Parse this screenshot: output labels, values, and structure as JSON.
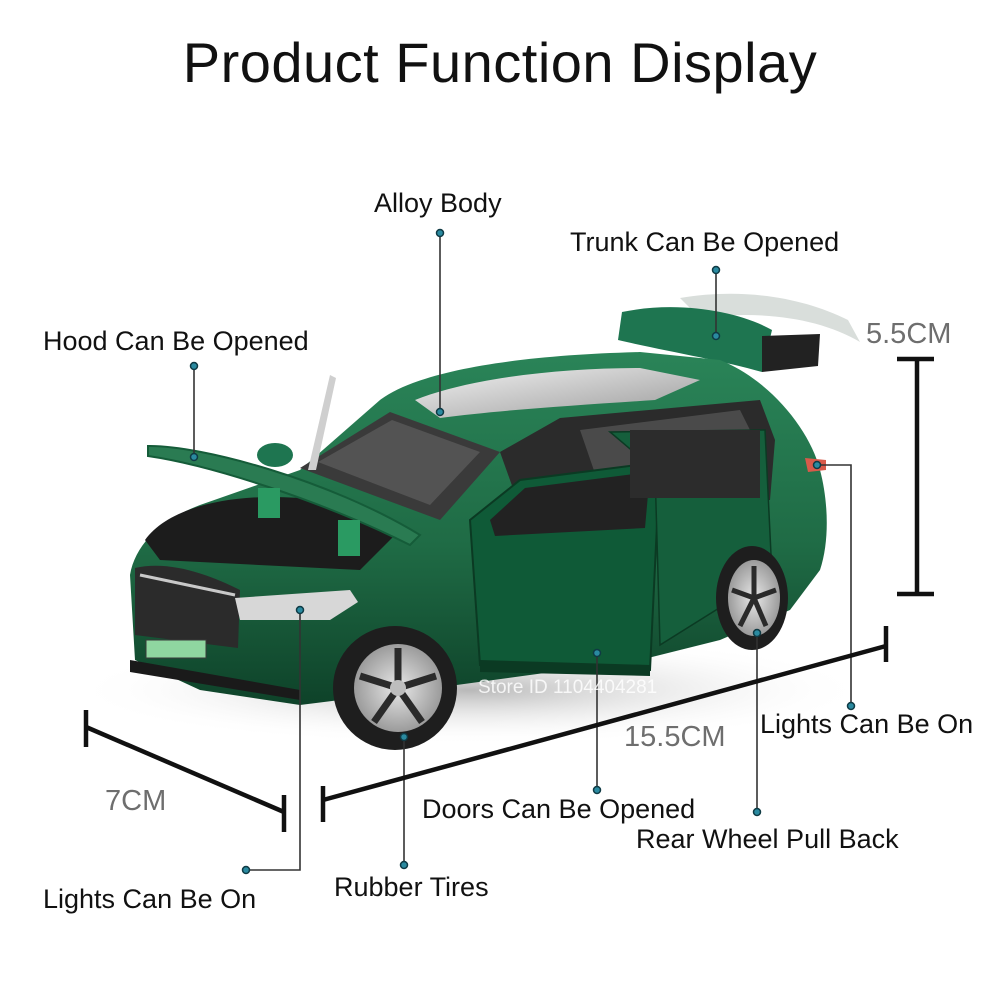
{
  "title": "Product Function Display",
  "features": [
    {
      "id": "alloy-body",
      "label": "Alloy Body"
    },
    {
      "id": "trunk",
      "label": "Trunk Can Be Opened"
    },
    {
      "id": "hood",
      "label": "Hood Can Be Opened"
    },
    {
      "id": "rear-lights",
      "label": "Lights Can Be On"
    },
    {
      "id": "doors",
      "label": "Doors Can Be Opened"
    },
    {
      "id": "pull-back",
      "label": "Rear Wheel Pull Back"
    },
    {
      "id": "tires",
      "label": "Rubber Tires"
    },
    {
      "id": "front-lights",
      "label": "Lights Can Be On"
    }
  ],
  "dimensions": {
    "height": "5.5CM",
    "length": "15.5CM",
    "width": "7CM"
  },
  "watermark": "Store ID 1104404281",
  "colors": {
    "car_body": "#1f6b45",
    "car_body_dark": "#0f4a2e",
    "callout_dot": "#2a8aa0",
    "dimension_text": "#6e6e6e"
  }
}
